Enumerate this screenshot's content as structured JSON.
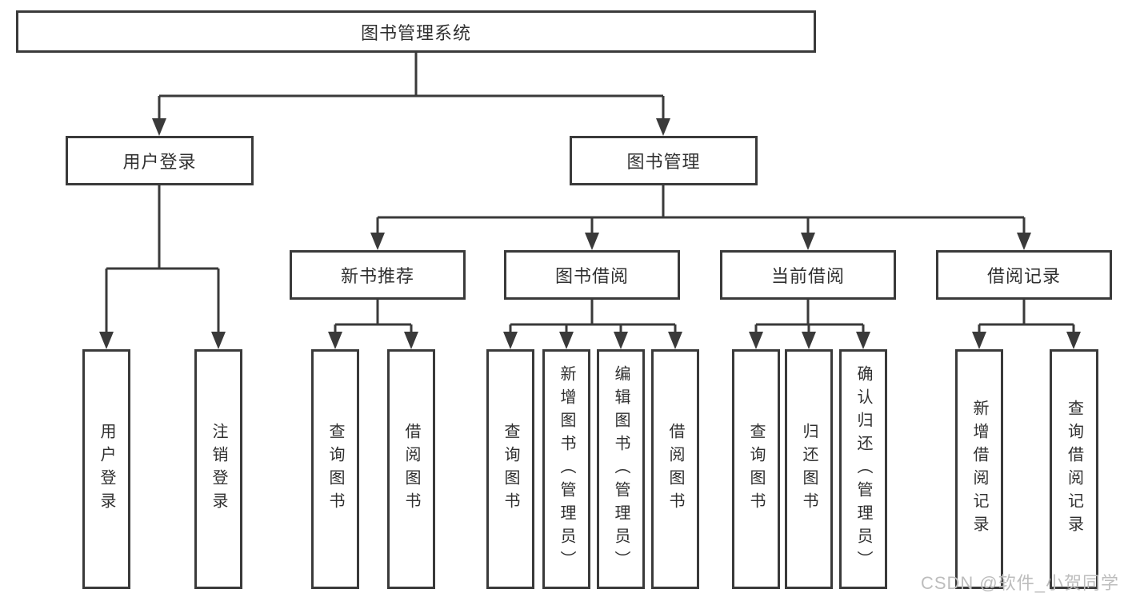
{
  "diagram": {
    "type": "hierarchy-tree",
    "root": {
      "label": "图书管理系统"
    },
    "branches": {
      "login": {
        "label": "用户登录",
        "children": [
          "用户登录",
          "注销登录"
        ]
      },
      "management": {
        "label": "图书管理",
        "sections": [
          {
            "label": "新书推荐",
            "children": [
              "查询图书",
              "借阅图书"
            ]
          },
          {
            "label": "图书借阅",
            "children": [
              "查询图书",
              "新增图书（管理员）",
              "编辑图书（管理员）",
              "借阅图书"
            ]
          },
          {
            "label": "当前借阅",
            "children": [
              "查询图书",
              "归还图书",
              "确认归还（管理员）"
            ]
          },
          {
            "label": "借阅记录",
            "children": [
              "新增借阅记录",
              "查询借阅记录"
            ]
          }
        ]
      }
    }
  },
  "watermark": {
    "text": "CSDN @软件_小贺同学"
  },
  "colors": {
    "line": "#3a3a3a",
    "box_border": "#3a3a3a",
    "text": "#303030",
    "watermark": "#bdbdbd",
    "background": "#ffffff"
  }
}
